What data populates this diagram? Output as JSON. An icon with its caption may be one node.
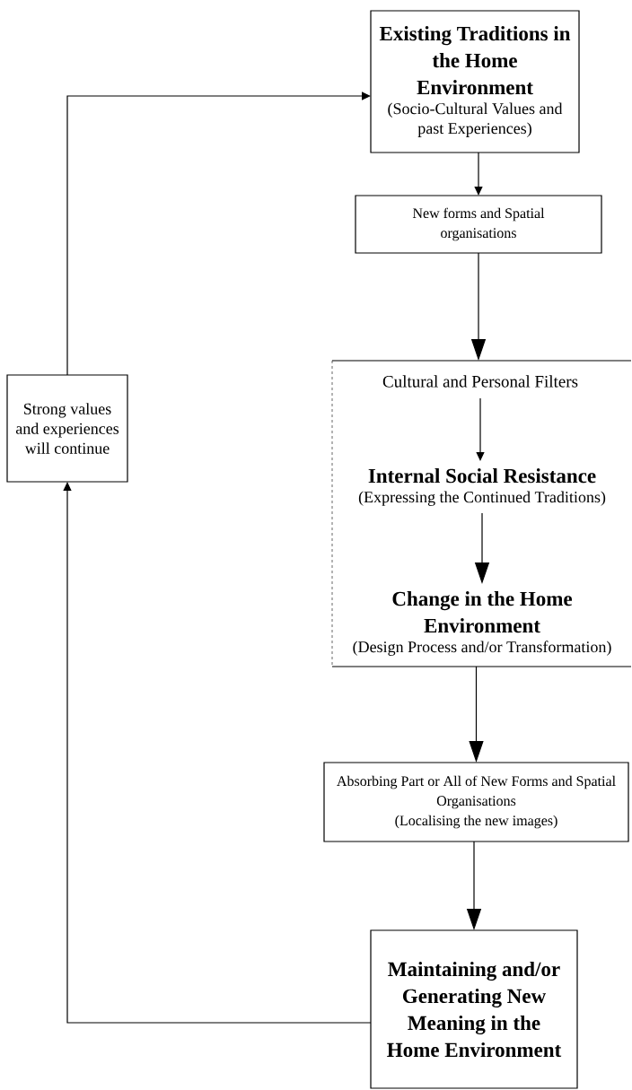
{
  "diagram": {
    "nodes": [
      {
        "text": [
          "Existing Traditions in the Home Environment",
          "(Socio-Cultural Values and past Experiences)"
        ]
      },
      {
        "text": [
          "New forms and Spatial organisations"
        ]
      },
      {
        "text": [],
        "shape": "box"
      },
      {
        "text": [
          "Cultural and Personal Filters"
        ],
        "in": 2
      },
      {
        "text": [
          "Internal Social Resistance",
          "(Expressing the Continued Traditions)"
        ],
        "in": 2
      },
      {
        "text": [
          "Change in the Home Environment",
          "(Design Process and/or Transformation)"
        ],
        "in": 2
      },
      {
        "text": [
          "Absorbing Part or All of New Forms and Spatial Organisations",
          "(Localising the new images)"
        ]
      },
      {
        "text": [
          "Maintaining and/or Generating New Meaning in the Home Environment"
        ]
      },
      {
        "text": [
          "Strong values and experiences will continue"
        ]
      }
    ],
    "edges": [
      {
        "from": 0,
        "to": 1,
        "arrow": "to"
      },
      {
        "from": 1,
        "to": 2,
        "arrow": "to"
      },
      {
        "from": 3,
        "to": 4,
        "arrow": "to"
      },
      {
        "from": 4,
        "to": 5,
        "arrow": "to"
      },
      {
        "from": 2,
        "to": 6,
        "arrow": "to"
      },
      {
        "from": 6,
        "to": 7,
        "arrow": "to"
      },
      {
        "from": 7,
        "to": 8,
        "arrow": "to"
      },
      {
        "from": 8,
        "to": 0,
        "arrow": "to"
      }
    ]
  }
}
